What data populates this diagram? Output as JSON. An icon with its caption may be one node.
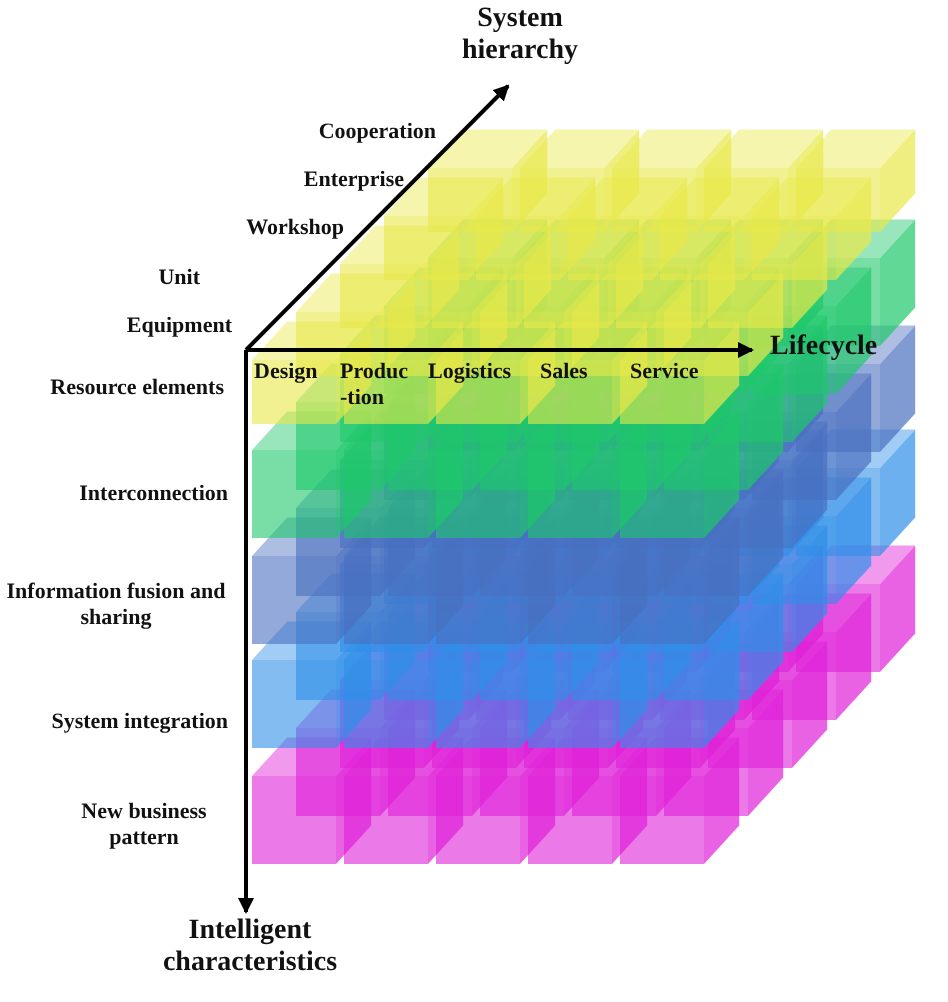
{
  "diagram": {
    "labels": [
      "System hierarchy",
      "Cooperation",
      "Enterprise",
      "Workshop",
      "Unit",
      "Equipment",
      "Lifecycle",
      "Resource elements",
      "Design",
      "Produc -tion",
      "Logistics",
      "Sales",
      "Service",
      "Interconnection",
      "Information fusion and sharing",
      "System integration",
      "New business pattern",
      "Intelligent characteristics"
    ]
  }
}
